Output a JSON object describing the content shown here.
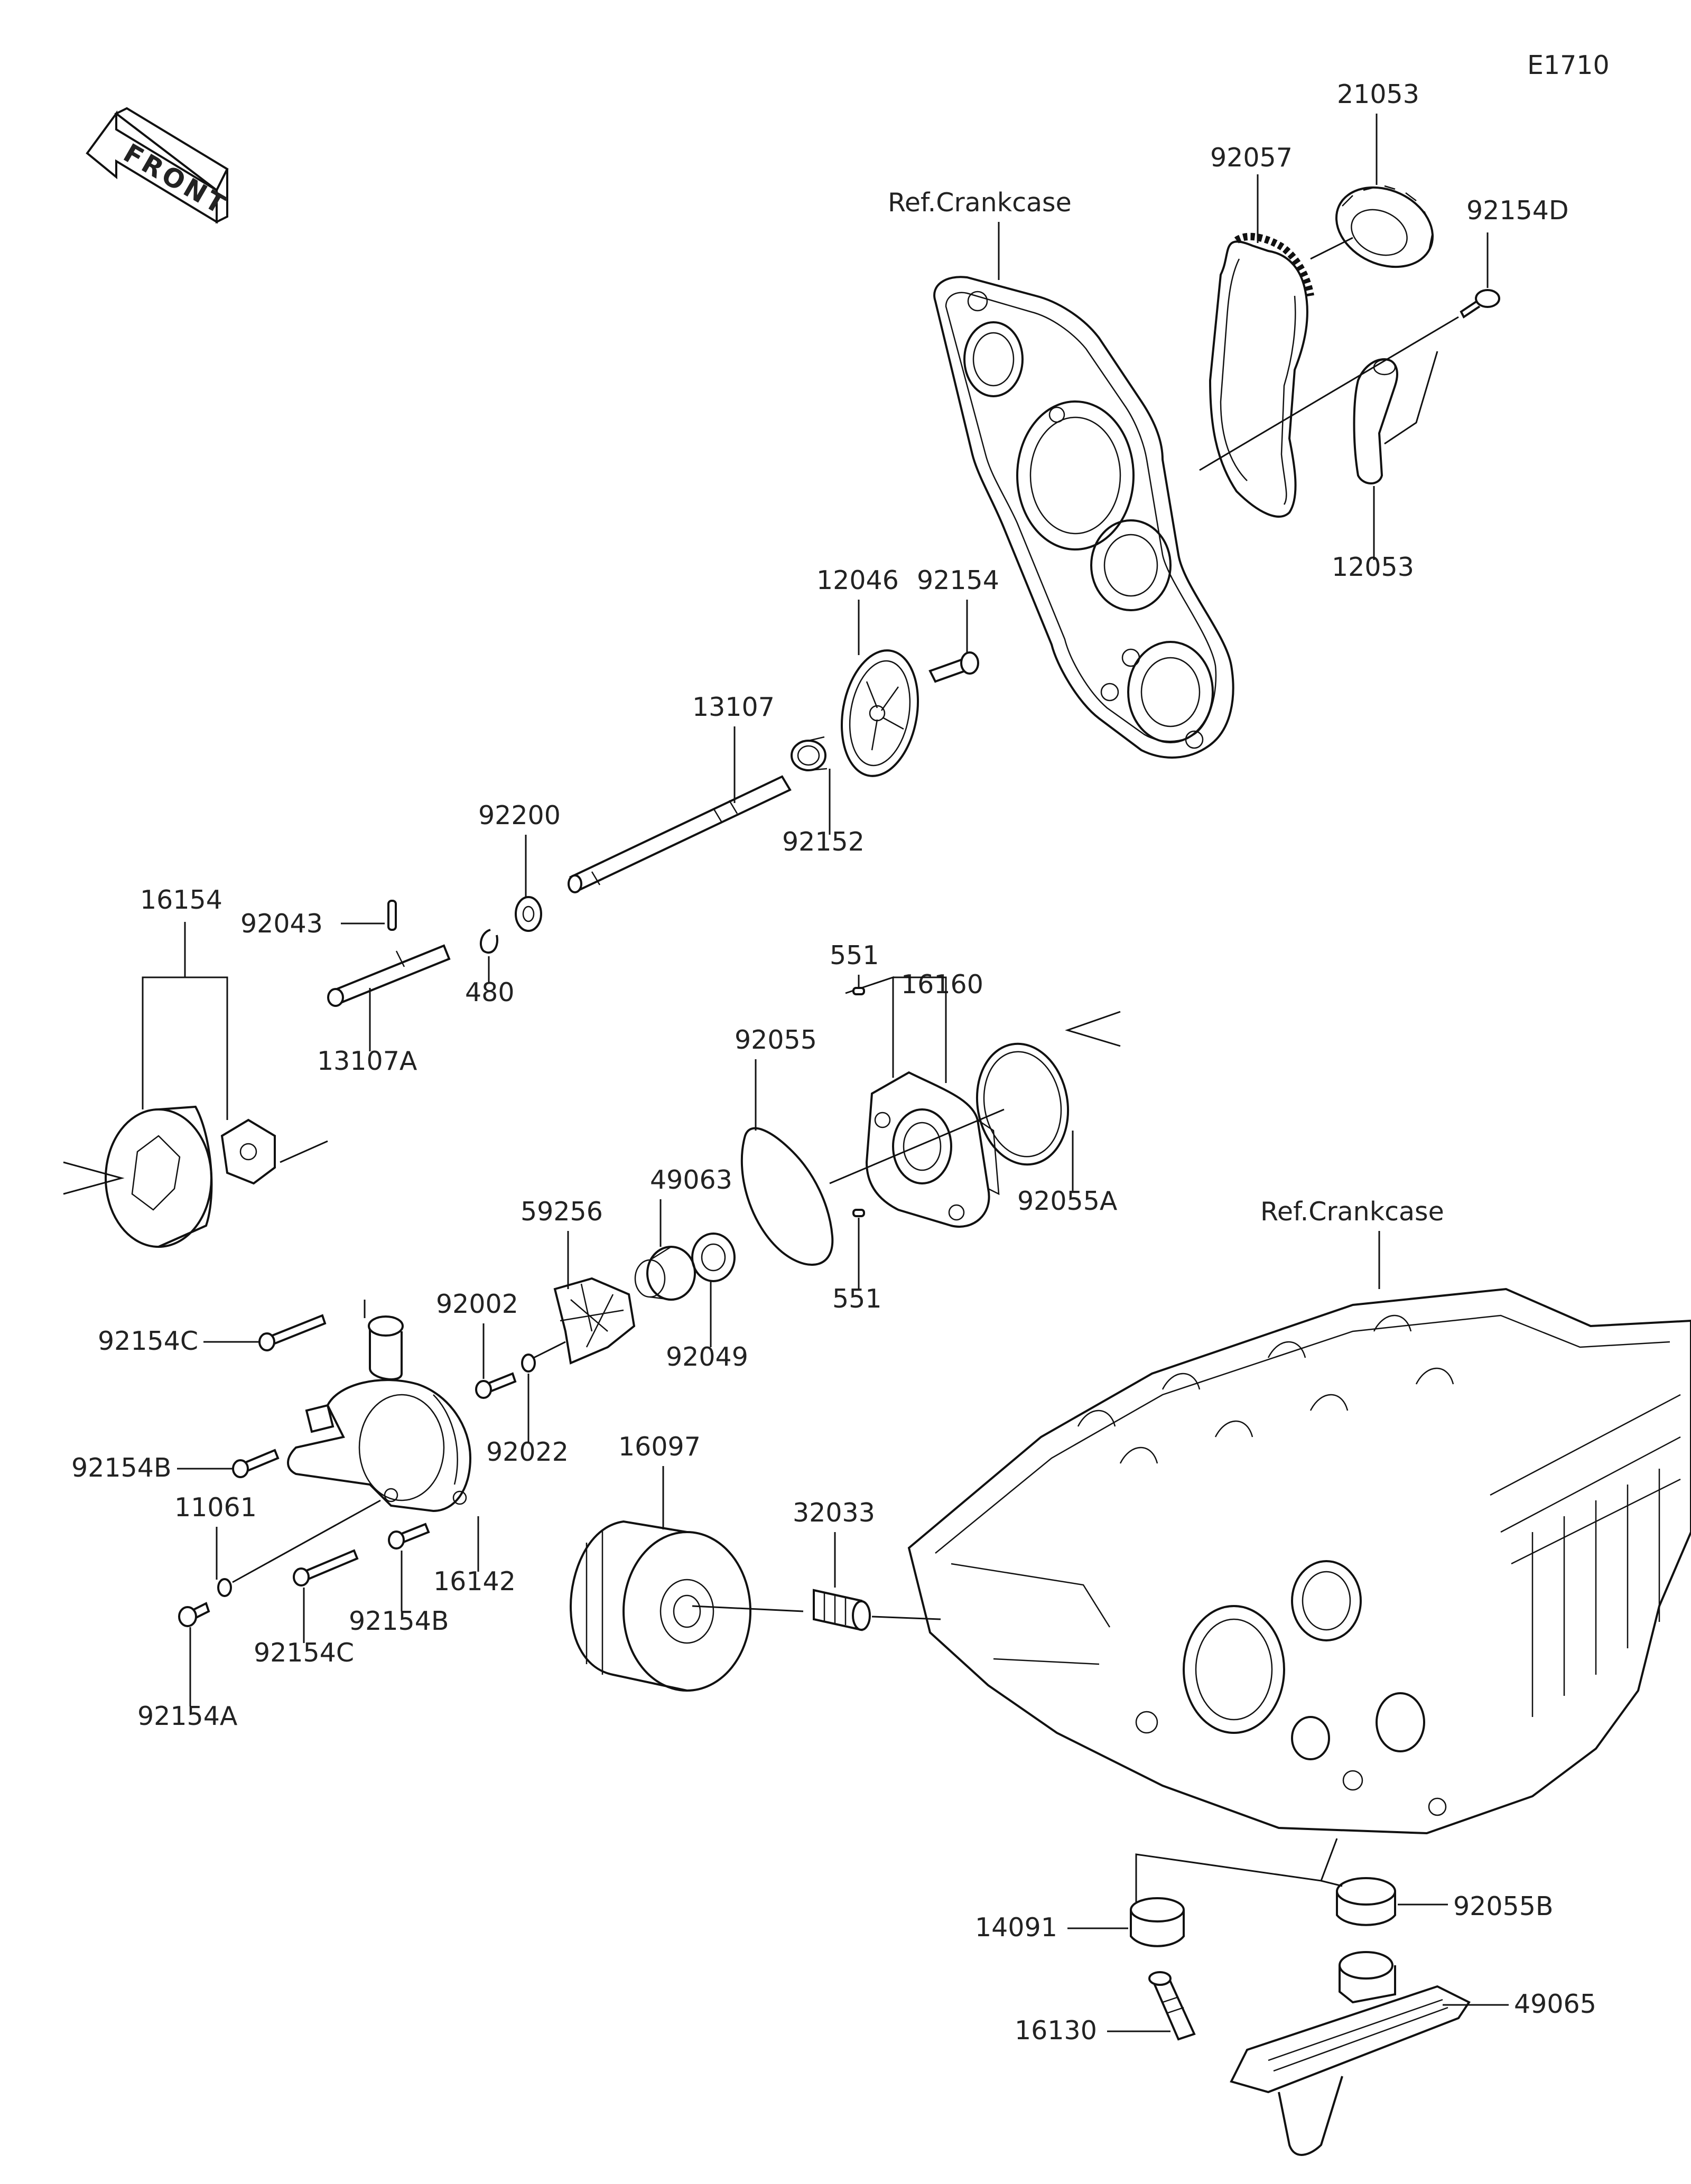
{
  "diagram_code": "E1710",
  "front_label": "FRONT",
  "references": {
    "upper": "Ref.Crankcase",
    "lower": "Ref.Crankcase"
  },
  "parts": {
    "p21053": "21053",
    "p92057": "92057",
    "p92154D": "92154D",
    "p12053": "12053",
    "p12046": "12046",
    "p92154": "92154",
    "p13107": "13107",
    "p92152": "92152",
    "p92200": "92200",
    "p16154": "16154",
    "p92043": "92043",
    "p480": "480",
    "p13107A": "13107A",
    "p551a": "551",
    "p16160": "16160",
    "p92055": "92055",
    "p92055A": "92055A",
    "p551b": "551",
    "p49063": "49063",
    "p59256": "59256",
    "p92049": "92049",
    "p92002": "92002",
    "p92022": "92022",
    "p92154C_a": "92154C",
    "p92154B_a": "92154B",
    "p11061": "11061",
    "p16142": "16142",
    "p92154B_b": "92154B",
    "p92154C_b": "92154C",
    "p92154A": "92154A",
    "p16097": "16097",
    "p32033": "32033",
    "p14091": "14091",
    "p92055B": "92055B",
    "p16130": "16130",
    "p49065": "49065"
  }
}
